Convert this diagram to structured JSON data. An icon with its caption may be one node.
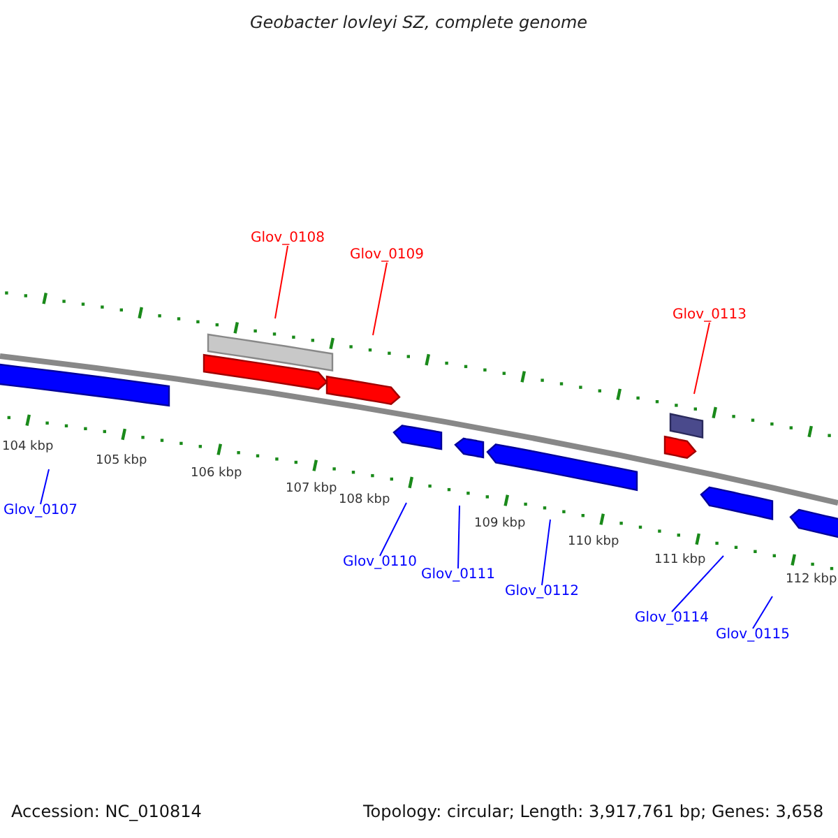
{
  "diagram": {
    "title": "Geobacter lovleyi SZ, complete genome",
    "nodes": [
      {
        "text": [
          "Glov_0108"
        ]
      },
      {
        "text": [
          "Glov_0109"
        ]
      },
      {
        "text": [
          "Glov_0113"
        ]
      },
      {
        "text": [
          "Glov_0107"
        ]
      },
      {
        "text": [
          "Glov_0110"
        ]
      },
      {
        "text": [
          "Glov_0111"
        ]
      },
      {
        "text": [
          "Glov_0112"
        ]
      },
      {
        "text": [
          "Glov_0114"
        ]
      },
      {
        "text": [
          "Glov_0115"
        ]
      }
    ],
    "edges": [
      {
        "from": 0,
        "to": null,
        "arrow": "none",
        "color": "#ff0000"
      },
      {
        "from": 1,
        "to": null,
        "arrow": "none",
        "color": "#ff0000"
      },
      {
        "from": 2,
        "to": null,
        "arrow": "none",
        "color": "#ff0000"
      },
      {
        "from": 3,
        "to": null,
        "arrow": "none"
      },
      {
        "from": 4,
        "to": null,
        "arrow": "none"
      },
      {
        "from": 5,
        "to": null,
        "arrow": "none"
      },
      {
        "from": 6,
        "to": null,
        "arrow": "none"
      },
      {
        "from": 7,
        "to": null,
        "arrow": "none"
      },
      {
        "from": 8,
        "to": null,
        "arrow": "none"
      }
    ],
    "labels": [
      "104 kbp",
      "105 kbp",
      "106 kbp",
      "107 kbp",
      "108 kbp",
      "109 kbp",
      "110 kbp",
      "111 kbp",
      "112 kbp",
      "Accession: NC_010814",
      "Topology: circular; Length: 3,917,761 bp; Genes: 3,658"
    ]
  }
}
